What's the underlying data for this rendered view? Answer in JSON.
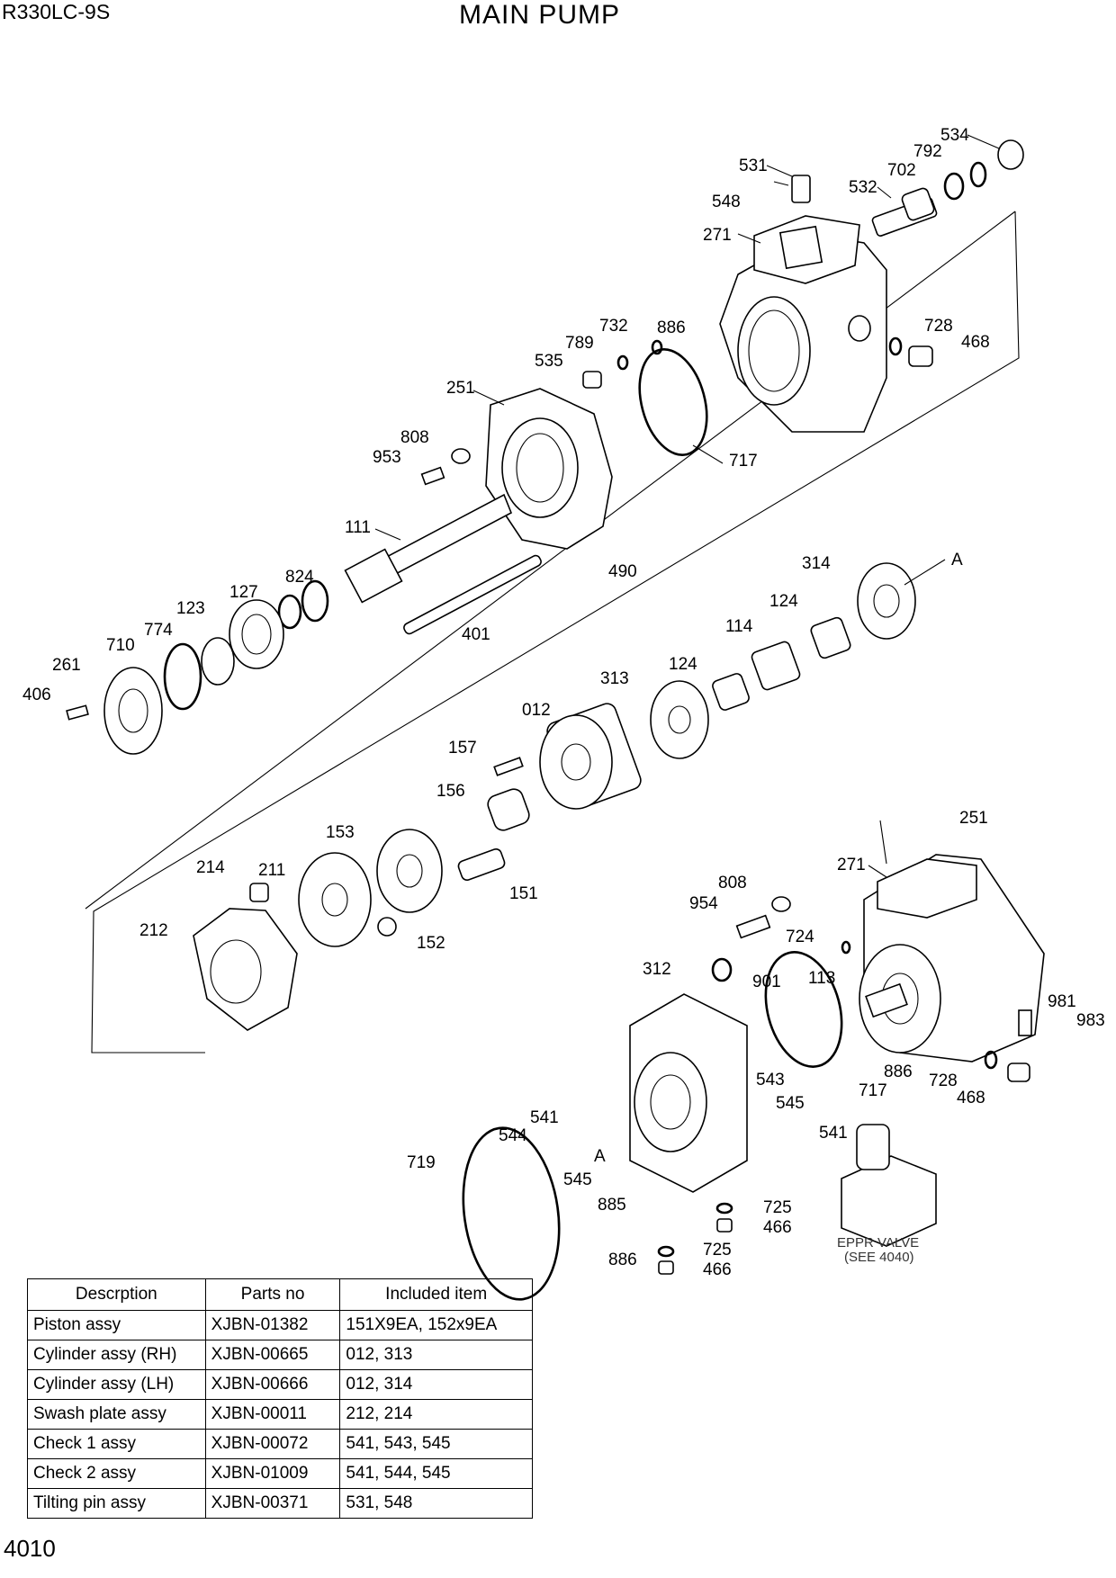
{
  "header": {
    "model": "R330LC-9S",
    "title": "MAIN PUMP"
  },
  "page_number": "4010",
  "callouts": [
    "534",
    "792",
    "531",
    "702",
    "532",
    "548",
    "271",
    "732",
    "886",
    "728",
    "468",
    "789",
    "535",
    "251",
    "717",
    "808",
    "953",
    "111",
    "490",
    "401",
    "824",
    "127",
    "123",
    "774",
    "710",
    "261",
    "406",
    "314",
    "A",
    "124",
    "114",
    "124",
    "313",
    "012",
    "157",
    "156",
    "153",
    "151",
    "152",
    "214",
    "211",
    "212",
    "808",
    "954",
    "312",
    "901",
    "113",
    "724",
    "251",
    "271",
    "981",
    "983",
    "886",
    "728",
    "468",
    "717",
    "543",
    "545",
    "541",
    "541",
    "544",
    "545",
    "A",
    "719",
    "885",
    "886",
    "725",
    "466",
    "725",
    "466"
  ],
  "eppr_note": {
    "line1": "EPPR VALVE",
    "line2": "(SEE 4040)"
  },
  "kit_table": {
    "headers": [
      "Descrption",
      "Parts no",
      "Included item"
    ],
    "rows": [
      [
        "Piston assy",
        "XJBN-01382",
        "151X9EA, 152x9EA"
      ],
      [
        "Cylinder assy (RH)",
        "XJBN-00665",
        "012, 313"
      ],
      [
        "Cylinder assy (LH)",
        "XJBN-00666",
        "012, 314"
      ],
      [
        "Swash plate assy",
        "XJBN-00011",
        "212, 214"
      ],
      [
        "Check 1 assy",
        "XJBN-00072",
        "541, 543, 545"
      ],
      [
        "Check 2 assy",
        "XJBN-01009",
        "541, 544, 545"
      ],
      [
        "Tilting pin assy",
        "XJBN-00371",
        "531, 548"
      ]
    ]
  }
}
